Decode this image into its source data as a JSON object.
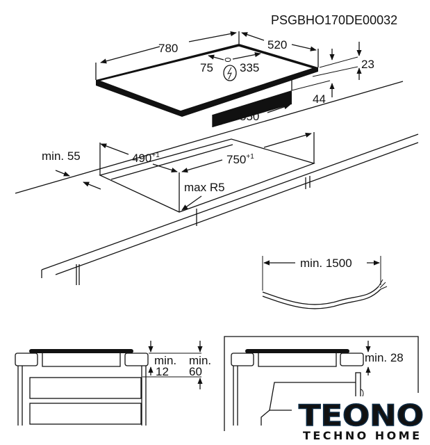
{
  "document_code": "PSGBHO170DE00032",
  "hob_dimensions": {
    "width": "780",
    "depth": "520",
    "connection_offset_left": "75",
    "connection_offset_right": "335",
    "thickness": "23",
    "box_height": "44",
    "box_width": "550"
  },
  "cutout": {
    "depth": "490",
    "depth_tolerance": "+1",
    "width": "750",
    "width_tolerance": "+1",
    "front_clearance": "min. 55",
    "corner_radius": "max R5"
  },
  "cable": {
    "length": "min. 1500"
  },
  "section_drawers": {
    "label_a_top": "min.",
    "label_a_value": "12",
    "label_b_top": "min.",
    "label_b_value": "60"
  },
  "section_oven": {
    "clearance": "min. 28"
  },
  "watermark": {
    "brand": "TEONO",
    "tagline": "TECHNO HOME"
  },
  "icons": {
    "electrical_connection": "lightning-bolt-icon"
  }
}
